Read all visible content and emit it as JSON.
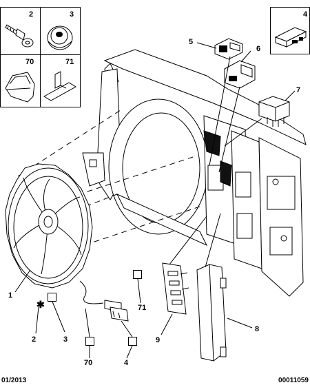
{
  "catalog": {
    "footer_left": "01/2013",
    "footer_right": "00011059"
  },
  "inset_labels": {
    "box_2": "2",
    "box_3": "3",
    "box_70": "70",
    "box_71": "71",
    "box_4": "4"
  },
  "callouts": {
    "c1": "1",
    "c2": "2",
    "c3": "3",
    "c4": "4",
    "c5": "5",
    "c6": "6",
    "c7": "7",
    "c8": "8",
    "c9": "9",
    "c70": "70",
    "c71": "71"
  }
}
